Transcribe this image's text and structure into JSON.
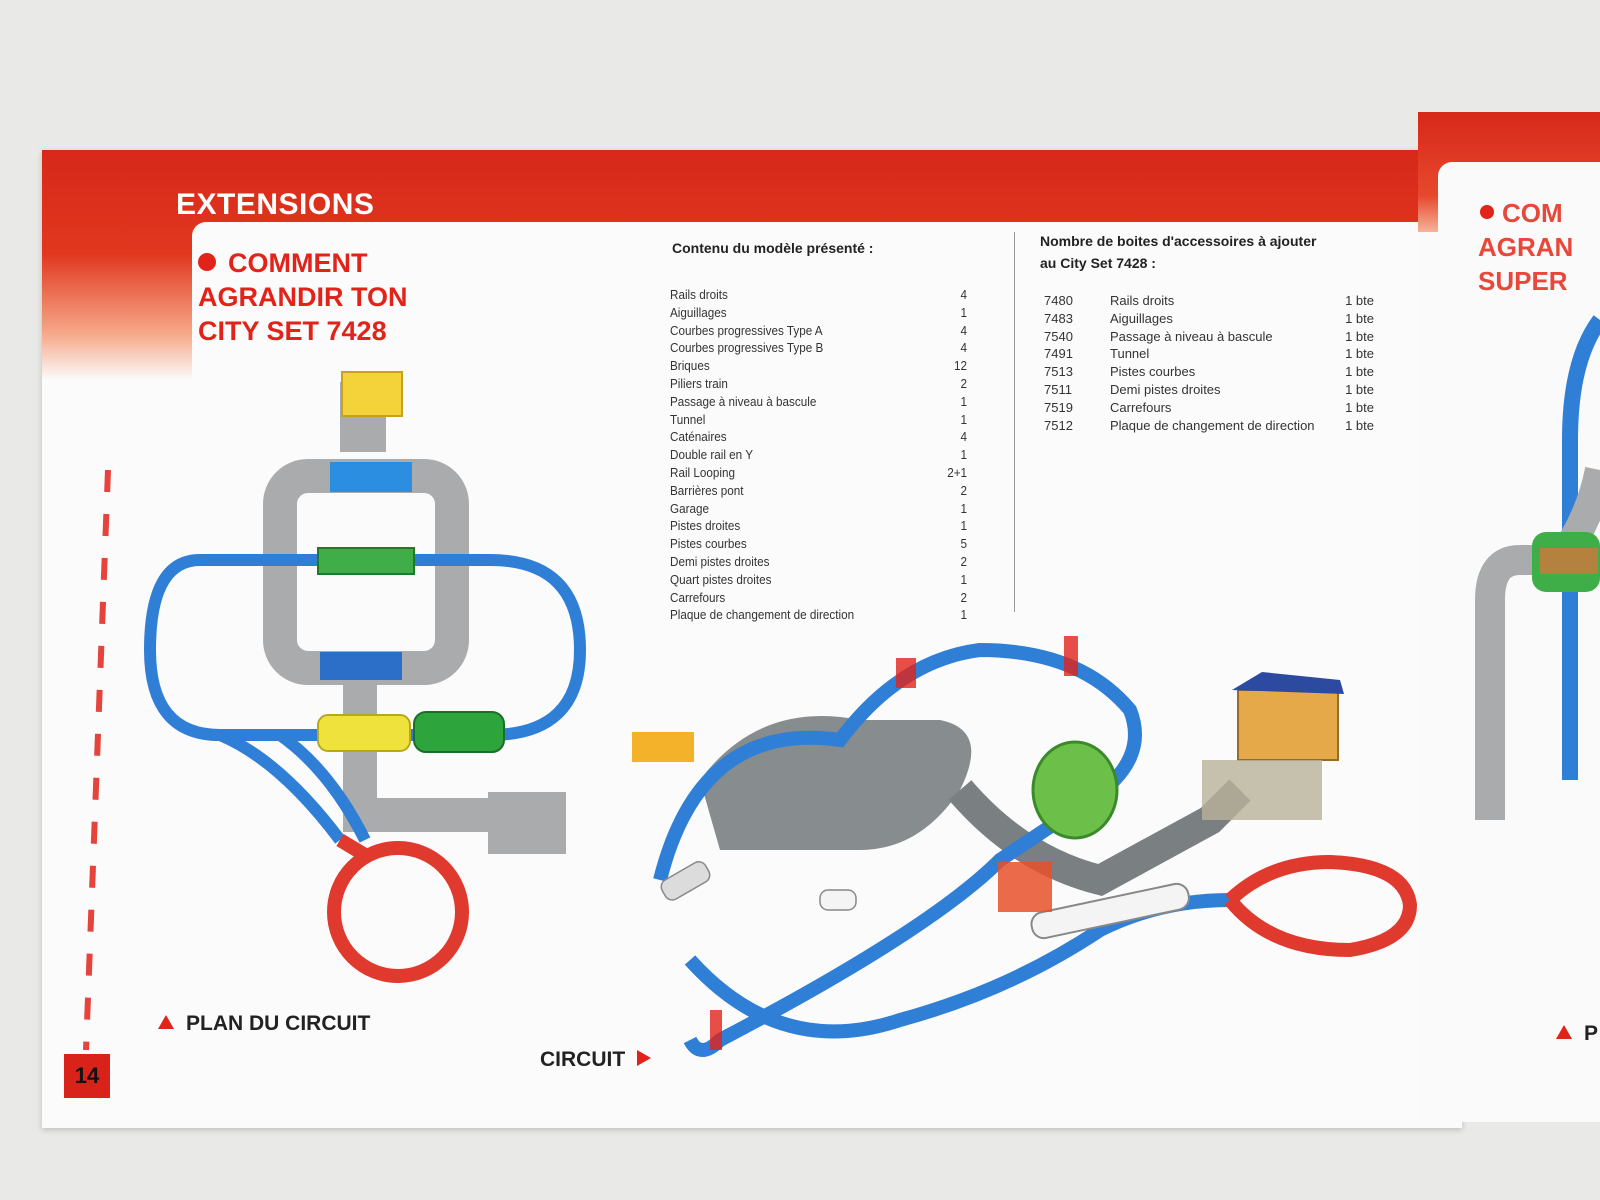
{
  "header": {
    "title": "EXTENSIONS"
  },
  "how_to": {
    "line1": "COMMENT",
    "line2": "AGRANDIR TON",
    "line3": "CITY SET 7428"
  },
  "contents": {
    "title": "Contenu du modèle présenté :",
    "items": [
      {
        "name": "Rails droits",
        "qty": "4"
      },
      {
        "name": "Aiguillages",
        "qty": "1"
      },
      {
        "name": "Courbes progressives Type A",
        "qty": "4"
      },
      {
        "name": "Courbes progressives Type B",
        "qty": "4"
      },
      {
        "name": "Briques",
        "qty": "12"
      },
      {
        "name": "Piliers train",
        "qty": "2"
      },
      {
        "name": "Passage à niveau à bascule",
        "qty": "1"
      },
      {
        "name": "Tunnel",
        "qty": "1"
      },
      {
        "name": "Caténaires",
        "qty": "4"
      },
      {
        "name": "Double rail en Y",
        "qty": "1"
      },
      {
        "name": "Rail Looping",
        "qty": "2+1"
      },
      {
        "name": "Barrières pont",
        "qty": "2"
      },
      {
        "name": "Garage",
        "qty": "1"
      },
      {
        "name": "Pistes droites",
        "qty": "1"
      },
      {
        "name": "Pistes courbes",
        "qty": "5"
      },
      {
        "name": "Demi pistes droites",
        "qty": "2"
      },
      {
        "name": "Quart pistes droites",
        "qty": "1"
      },
      {
        "name": "Carrefours",
        "qty": "2"
      },
      {
        "name": "Plaque de changement de direction",
        "qty": "1"
      }
    ]
  },
  "accessories": {
    "title_line1": "Nombre de boites d'accessoires à ajouter",
    "title_line2": "au City Set 7428 :",
    "items": [
      {
        "code": "7480",
        "name": "Rails droits",
        "boxes": "1 bte"
      },
      {
        "code": "7483",
        "name": "Aiguillages",
        "boxes": "1 bte"
      },
      {
        "code": "7540",
        "name": "Passage à niveau à bascule",
        "boxes": "1 bte"
      },
      {
        "code": "7491",
        "name": "Tunnel",
        "boxes": "1 bte"
      },
      {
        "code": "7513",
        "name": "Pistes courbes",
        "boxes": "1 bte"
      },
      {
        "code": "7511",
        "name": "Demi pistes droites",
        "boxes": "1 bte"
      },
      {
        "code": "7519",
        "name": "Carrefours",
        "boxes": "1 bte"
      },
      {
        "code": "7512",
        "name": "Plaque de changement de direction",
        "boxes": "1 bte"
      }
    ]
  },
  "plan_label": "PLAN DU CIRCUIT",
  "circuit_label": "CIRCUIT",
  "page_number": "14",
  "right_page": {
    "line1": "COM",
    "line2": "AGRAN",
    "line3": "SUPER",
    "bottom": "P"
  },
  "colors": {
    "brand_red": "#e2231a",
    "track_blue": "#2f7fd6",
    "road_gray": "#a9abad",
    "track_red": "#e03a2e"
  }
}
